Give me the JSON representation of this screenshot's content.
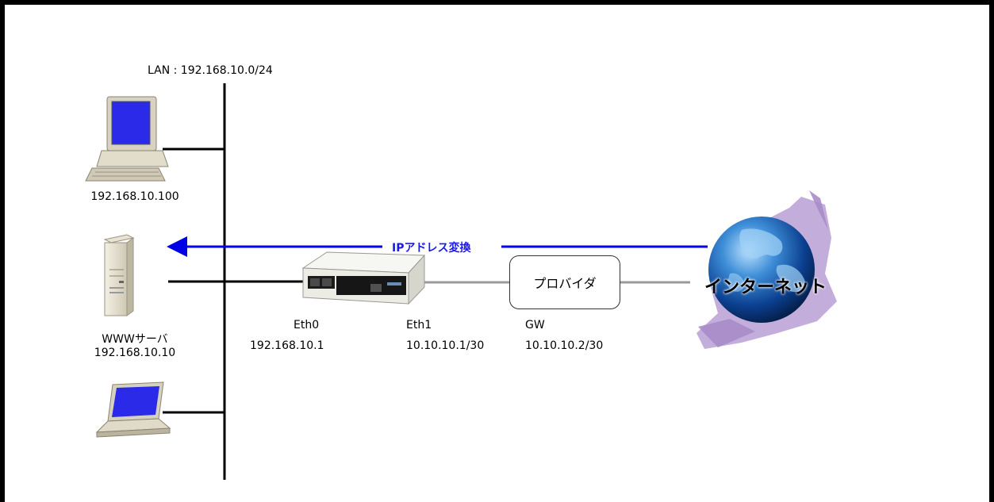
{
  "lan_label": "LAN : 192.168.10.0/24",
  "pc": {
    "ip": "192.168.10.100"
  },
  "www_server": {
    "name": "WWWサーバ",
    "ip": "192.168.10.10"
  },
  "router": {
    "eth0": {
      "name": "Eth0",
      "ip": "192.168.10.1"
    },
    "eth1": {
      "name": "Eth1",
      "ip": "10.10.10.1/30"
    }
  },
  "gateway": {
    "name": "GW",
    "ip": "10.10.10.2/30"
  },
  "provider_label": "プロバイダ",
  "internet_label": "インターネット",
  "nat_label": "IPアドレス変換",
  "colors": {
    "arrow": "#0000e6",
    "lan_line": "#000000",
    "wan_line": "#9a9a9a"
  }
}
